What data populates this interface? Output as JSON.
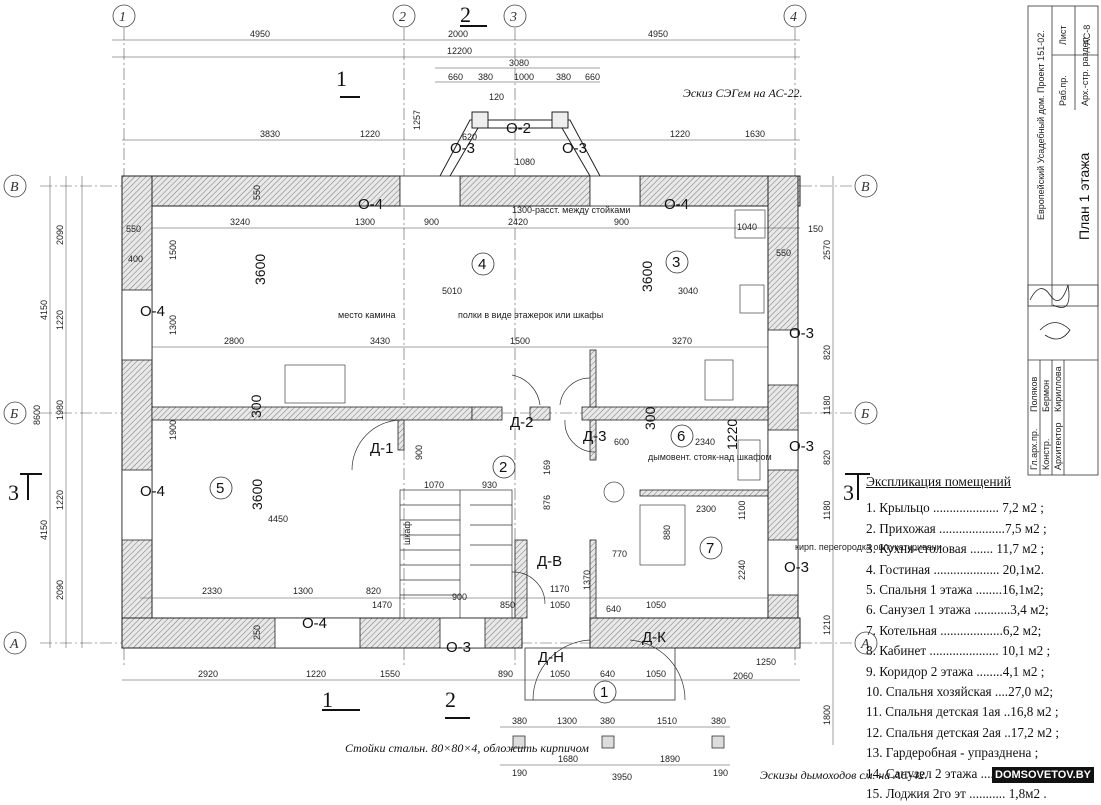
{
  "title_block": {
    "project": "Европейский Усадебный дом. Проект 151-02.",
    "sheet_title": "План 1 этажа",
    "stage_label": "Раб.пр.",
    "stage_value": "Арх.-стр. раздел",
    "sheet_label": "Лист",
    "sheet_value": "АС-8",
    "staff": [
      {
        "role": "Гл.арх.пр.",
        "name": "Поляков"
      },
      {
        "role": "Констр.",
        "name": "Бермон"
      },
      {
        "role": "Архитектор",
        "name": "Кириллова"
      }
    ]
  },
  "axes": {
    "columns": [
      "1",
      "2",
      "3",
      "4"
    ],
    "rows": [
      "В",
      "Б",
      "А"
    ]
  },
  "rooms": [
    "1",
    "2",
    "3",
    "4",
    "5",
    "6",
    "7"
  ],
  "windows": {
    "o2": "О-2",
    "o3": "О-3",
    "o4": "О-4"
  },
  "doors": {
    "d1": "Д-1",
    "d2": "Д-2",
    "d3": "Д-3",
    "dv": "Д-В",
    "dn": "Д-Н",
    "dk": "Д-К"
  },
  "heights": {
    "h3600": "3600",
    "h300": "300",
    "h1220": "1220"
  },
  "notes": {
    "sketch_seg": "Эскиз СЭГем на АС-22.",
    "post_distance": "1300-расст. между стойками",
    "fireplace": "место камина",
    "shelves": "полки в виде этажерок или шкафы",
    "cupboard": "шкаф",
    "chimney": "дымовент. стояк-над шкафом",
    "partition": "кирп. перегородка оштукатуривани",
    "steel_posts": "Стойки стальн. 80×80×4, обложить кирпичом",
    "chimney_sketch": "Эскизы дымоходов см. на АС-42."
  },
  "sections": {
    "s1": "1",
    "s2": "2",
    "s3": "3"
  },
  "dimensions": {
    "d4950": "4950",
    "d2000": "2000",
    "d12200": "12200",
    "d3080": "3080",
    "d660": "660",
    "d380": "380",
    "d1000": "1000",
    "d3830": "3830",
    "d1220": "1220",
    "d1630": "1630",
    "d3240": "3240",
    "d1300": "1300",
    "d900": "900",
    "d2420": "2420",
    "d5010": "5010",
    "d3040": "3040",
    "d2800": "2800",
    "d3430": "3430",
    "d1500": "1500",
    "d3270": "3270",
    "d1070": "1070",
    "d930": "930",
    "d600": "600",
    "d2340": "2340",
    "d4450": "4450",
    "d2330": "2330",
    "d820": "820",
    "d1470": "1470",
    "d1050": "1050",
    "d770": "770",
    "d2300": "2300",
    "d640": "640",
    "d1170": "1170",
    "d2920": "2920",
    "d1550": "1550",
    "d890": "890",
    "d1250": "1250",
    "d2060": "2060",
    "d1510": "1510",
    "d1680": "1680",
    "d1890": "1890",
    "d3950": "3950",
    "d190": "190",
    "d4150": "4150",
    "d8600": "8600",
    "d2090": "2090",
    "d1980": "1980",
    "d2570": "2570",
    "d1180": "1180",
    "d1100": "1100",
    "d1210": "1210",
    "d1800": "1800",
    "d550": "550",
    "d400": "400",
    "d150": "150",
    "d1040": "1040",
    "d1900": "1900",
    "d1370": "1370",
    "d2240": "2240",
    "d850": "850",
    "d880": "880",
    "d876": "876",
    "d169": "169",
    "d1080": "1080",
    "d250": "250",
    "d120": "120",
    "d1257": "1257",
    "d620": "620"
  },
  "legend": {
    "title": "Экспликация помещений",
    "items": [
      "1. Крыльцо .................... 7,2 м2 ;",
      "2. Прихожая ....................7,5 м2 ;",
      "3. Кухня-столовая ....... 11,7 м2 ;",
      "4. Гостиная .................... 20,1м2.",
      "5. Спальня 1 этажа ........16,1м2;",
      "6. Санузел 1 этажа ...........3,4 м2;",
      "7. Котельная ...................6,2 м2;",
      "8. Кабинет ..................... 10,1 м2 ;",
      "9. Коридор 2 этажа ........4,1 м2 ;",
      "10. Спальня хозяйская ....27,0 м2;",
      "11. Спальня детская 1ая ..16,8 м2 ;",
      "12. Спальня детская 2ая ..17,2 м2 ;",
      "13. Гардеробная - упразднена ;",
      "14. Санузел 2 этажа .........11,7 м2;",
      "15. Лоджия 2го эт ........... 1,8м2 ."
    ]
  },
  "watermark": "DOMSOVETOV.BY"
}
